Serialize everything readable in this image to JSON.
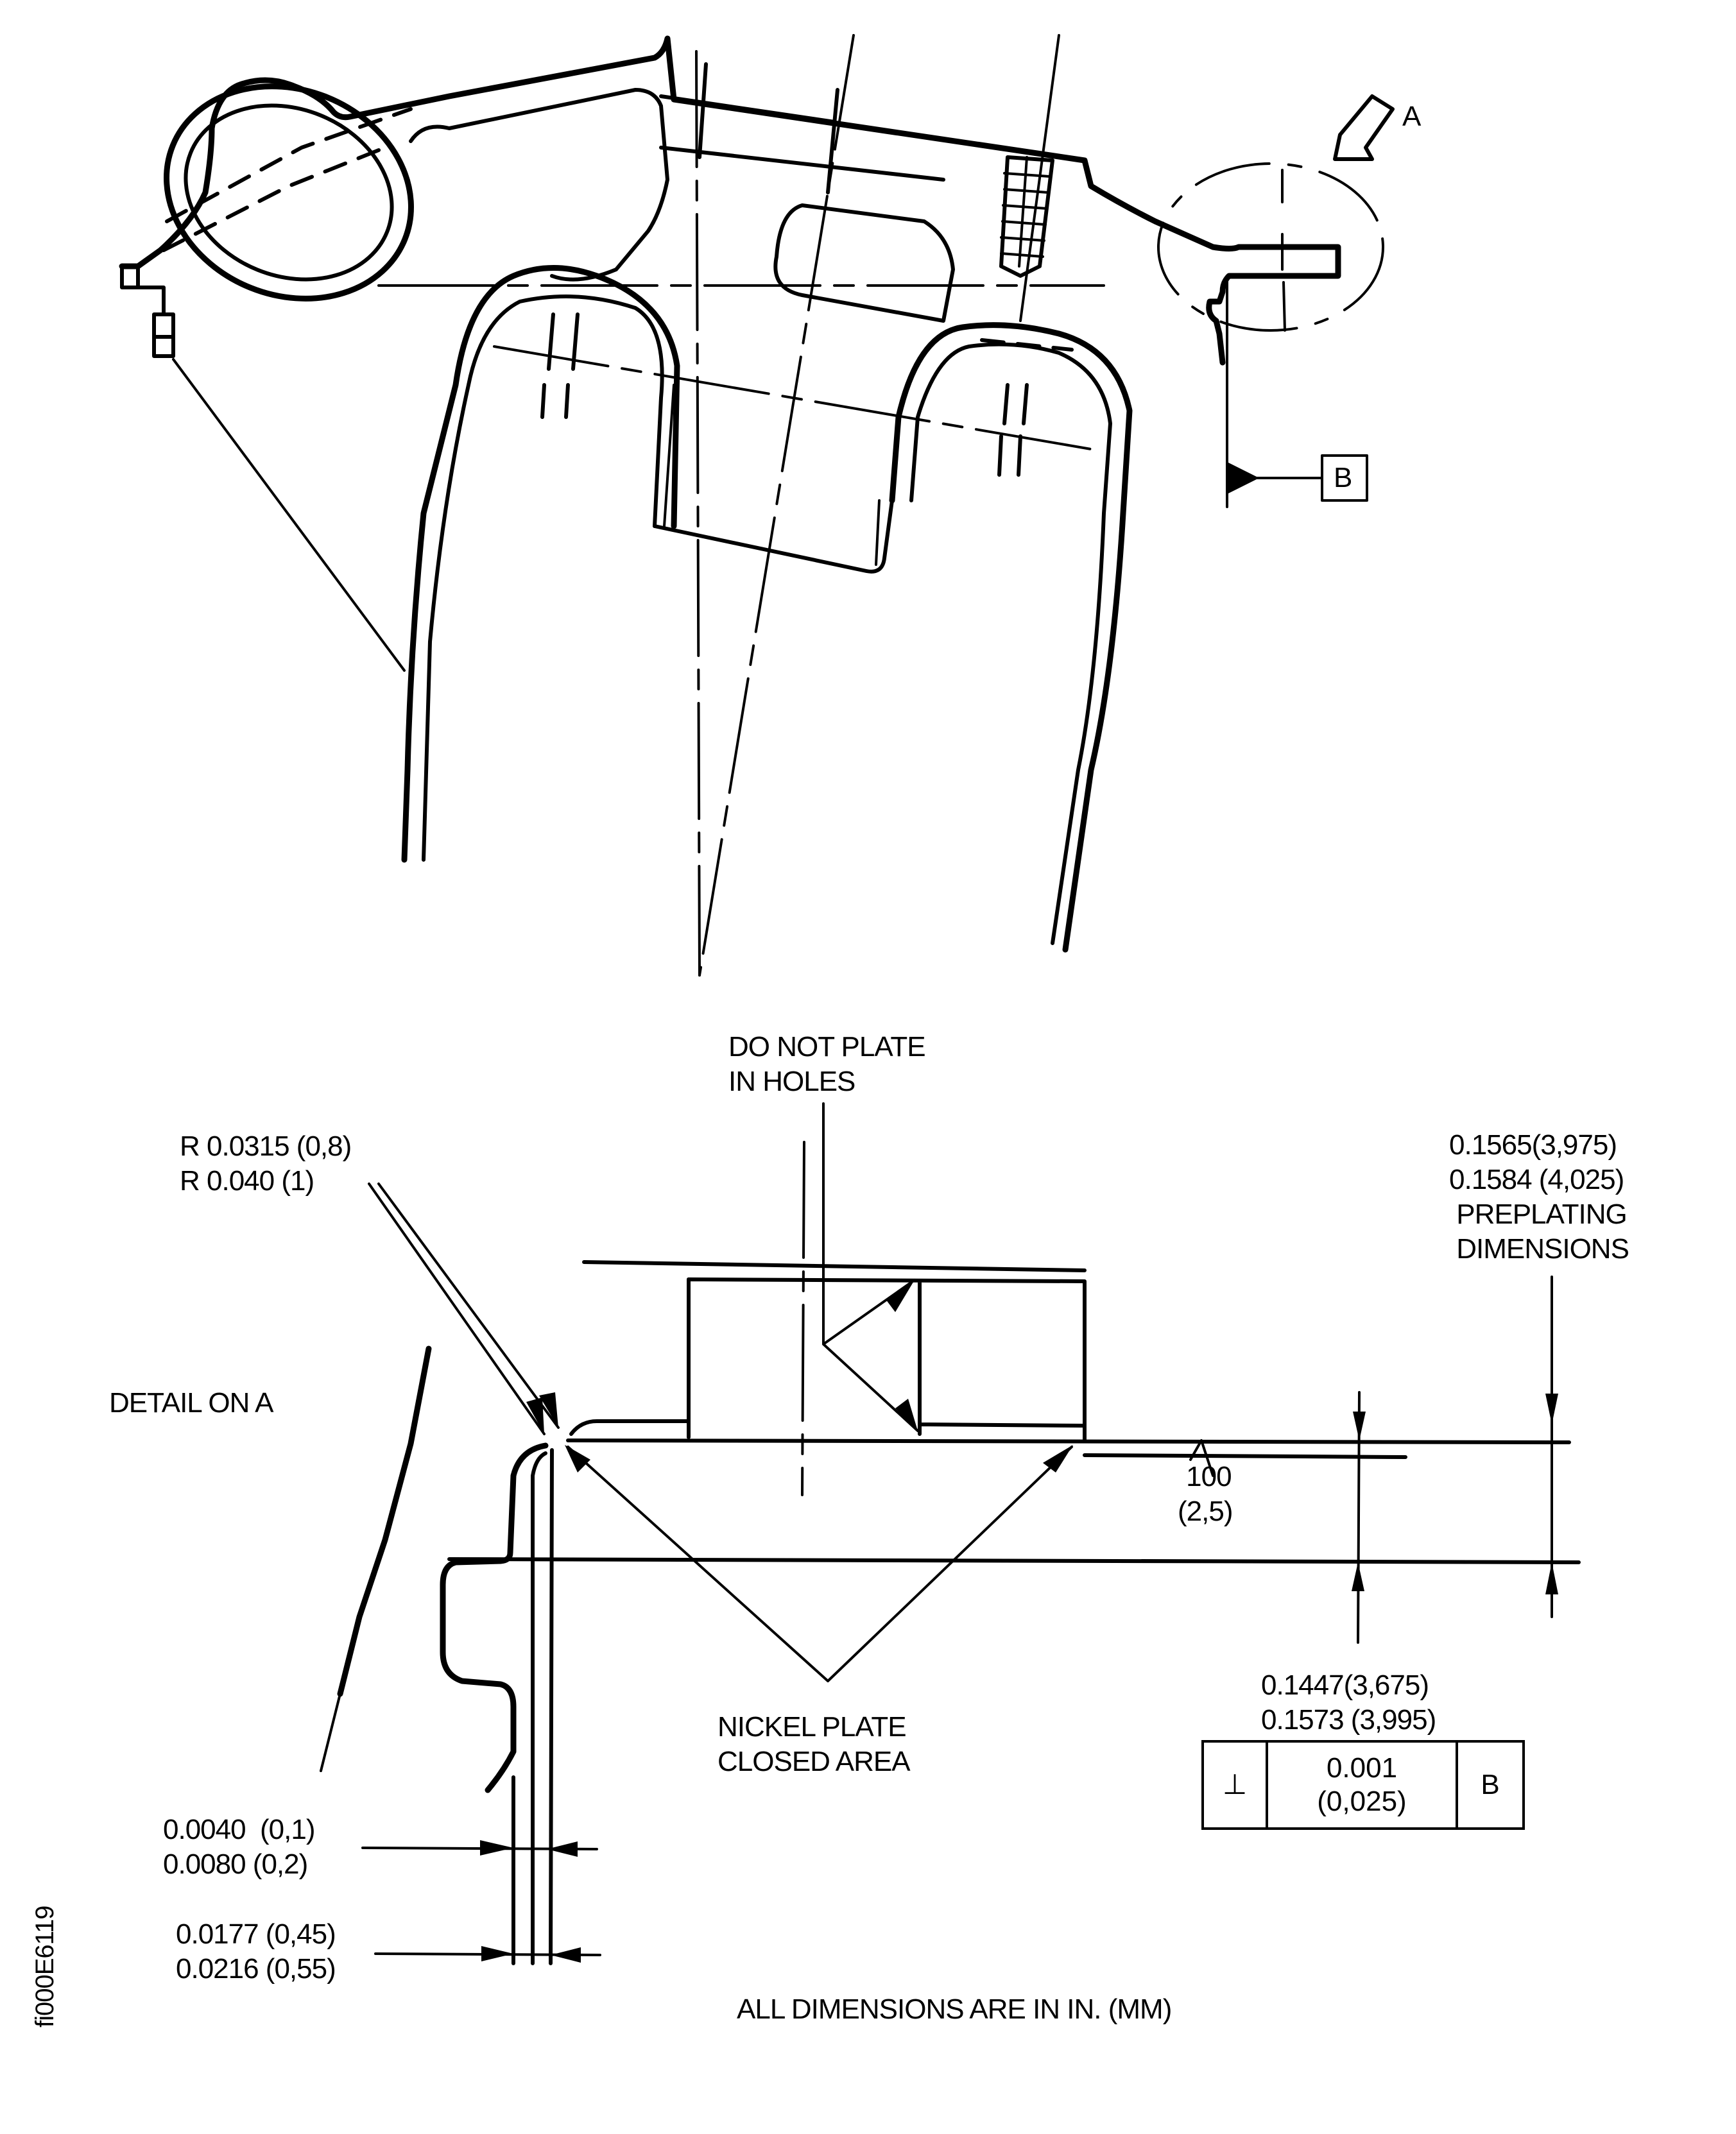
{
  "figure_id": "fi000E6119",
  "main_view": {
    "view_arrow_label": "A",
    "datum_label": "B"
  },
  "detail_view": {
    "title": "DETAIL ON A",
    "radius_note": [
      "R 0.0315 (0,8)",
      "R 0.040 (1)"
    ],
    "do_not_plate_note": [
      "DO NOT PLATE",
      "IN HOLES"
    ],
    "preplating_note": [
      "0.1565(3,975)",
      "0.1584 (4,025)",
      "PREPLATING",
      "DIMENSIONS"
    ],
    "surface_finish": [
      "100",
      "(2,5)"
    ],
    "height_dim": [
      "0.1447(3,675)",
      "0.1573 (3,995)"
    ],
    "nickel_note": [
      "NICKEL PLATE",
      "CLOSED AREA"
    ],
    "plating_thickness_dim": [
      "0.0040  (0,1)",
      "0.0080 (0,2)"
    ],
    "wall_thickness_dim": [
      "0.0177 (0,45)",
      "0.0216 (0,55)"
    ],
    "feature_control_frame": {
      "symbol": "⊥",
      "symbol_name": "perpendicularity",
      "tolerance": [
        "0.001",
        "(0,025)"
      ],
      "datum": "B"
    }
  },
  "footer_note": "ALL DIMENSIONS ARE IN IN. (MM)"
}
